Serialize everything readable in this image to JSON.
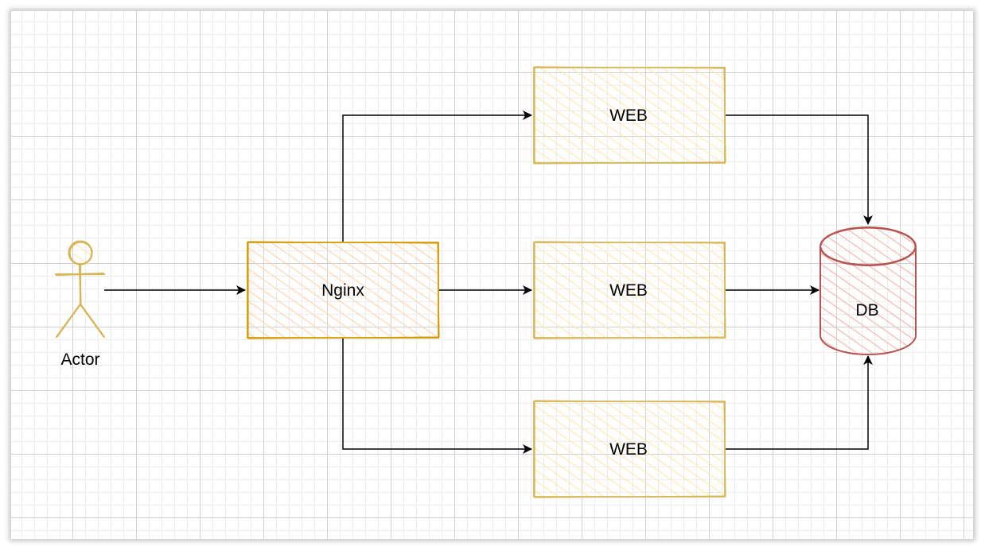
{
  "diagram": {
    "actor": {
      "label": "Actor",
      "color": "#d6b656"
    },
    "nginx": {
      "label": "Nginx",
      "stroke": "#d79b00",
      "fill": "#ffe6cc"
    },
    "web_servers": [
      {
        "label": "WEB"
      },
      {
        "label": "WEB"
      },
      {
        "label": "WEB"
      }
    ],
    "web_style": {
      "stroke": "#d6b656",
      "fill": "#fff2cc"
    },
    "database": {
      "label": "DB",
      "stroke": "#b85450",
      "fill": "#f8cecc"
    },
    "edges": [
      {
        "from": "Actor",
        "to": "Nginx"
      },
      {
        "from": "Nginx",
        "to": "WEB 1"
      },
      {
        "from": "Nginx",
        "to": "WEB 2"
      },
      {
        "from": "Nginx",
        "to": "WEB 3"
      },
      {
        "from": "WEB 1",
        "to": "DB"
      },
      {
        "from": "WEB 2",
        "to": "DB"
      },
      {
        "from": "WEB 3",
        "to": "DB"
      }
    ]
  }
}
